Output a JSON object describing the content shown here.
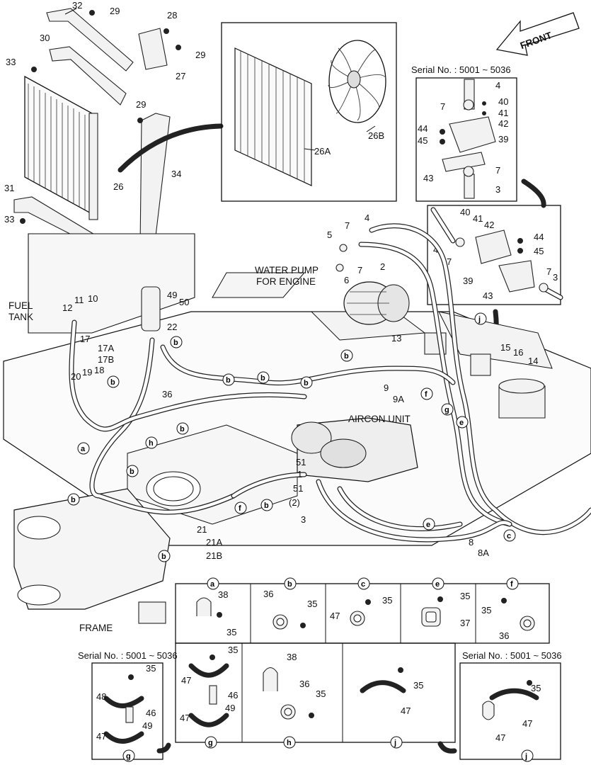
{
  "labels": {
    "front": "FRONT",
    "water_pump_1": "WATER PUMP",
    "water_pump_2": "FOR ENGINE",
    "fuel_tank_1": "FUEL",
    "fuel_tank_2": "TANK",
    "aircon_unit": "AIRCON UNIT",
    "frame": "FRAME",
    "serial_top": "Serial No. : 5001 ~ 5036",
    "serial_bottom_left": "Serial No. : 5001 ~ 5036",
    "serial_bottom_right": "Serial No. : 5001 ~ 5036"
  },
  "part_numbers": {
    "p32": "32",
    "p29a": "29",
    "p28": "28",
    "p30": "30",
    "p29b": "29",
    "p27": "27",
    "p33a": "33",
    "p29c": "29",
    "p34": "34",
    "p26": "26",
    "p31": "31",
    "p33b": "33",
    "p29d": "29",
    "p26a": "26A",
    "p26b": "26B",
    "p4a": "4",
    "p7a": "7",
    "p40a": "40",
    "p41a": "41",
    "p42a": "42",
    "p44a": "44",
    "p45a": "45",
    "p39a": "39",
    "p43a": "43",
    "p7b": "7",
    "p3a": "3",
    "p40b": "40",
    "p41b": "41",
    "p42b": "42",
    "p44b": "44",
    "p4b": "4",
    "p45b": "45",
    "p7c": "7",
    "p39b": "39",
    "p7d": "7",
    "p3b": "3",
    "p43b": "43",
    "p4c": "4",
    "p5": "5",
    "p7e": "7",
    "p7f": "7",
    "p2": "2",
    "p6": "6",
    "p11": "11",
    "p10": "10",
    "p12": "12",
    "p49a": "49",
    "p50": "50",
    "p22": "22",
    "p17": "17",
    "p17a": "17A",
    "p17b": "17B",
    "p20": "20",
    "p19": "19",
    "p18": "18",
    "p36a": "36",
    "p13": "13",
    "p15": "15",
    "p16": "16",
    "p14": "14",
    "p9": "9",
    "p9a": "9A",
    "p51a": "51",
    "p1": "1",
    "p51b": "51",
    "p2b": "(2)",
    "p3c": "3",
    "p21": "21",
    "p21a": "21A",
    "p21b": "21B",
    "p8": "8",
    "p8a": "8A"
  },
  "callouts": {
    "a": "a",
    "b": "b",
    "c": "c",
    "e": "e",
    "f": "f",
    "g": "g",
    "h": "h",
    "j": "j"
  },
  "detail_panels": {
    "a": {
      "letter": "a",
      "n1": "38",
      "n2": "35"
    },
    "b": {
      "letter": "b",
      "n1": "36",
      "n2": "35"
    },
    "c": {
      "letter": "c",
      "n1": "35",
      "n2": "47"
    },
    "e": {
      "letter": "e",
      "n1": "35",
      "n2": "37"
    },
    "f": {
      "letter": "f",
      "n1": "35",
      "n2": "36"
    },
    "g": {
      "letter": "g",
      "n1": "35",
      "n2": "47",
      "n3": "46",
      "n4": "49",
      "n5": "47"
    },
    "h": {
      "letter": "h",
      "n1": "38",
      "n2": "36",
      "n3": "35"
    },
    "j": {
      "letter": "j",
      "n1": "35",
      "n2": "47"
    },
    "g_old": {
      "letter": "g",
      "n1": "35",
      "n2": "48",
      "n3": "46",
      "n4": "47",
      "n5": "49"
    },
    "j_old": {
      "letter": "j",
      "n1": "35",
      "n2": "47",
      "n3": "47"
    }
  }
}
